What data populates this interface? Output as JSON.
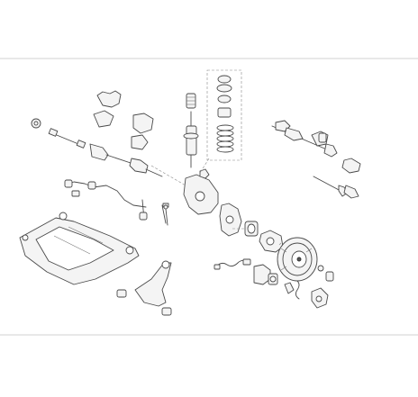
{
  "diagram": {
    "parts": [
      "front-axle-subframe",
      "lower-control-arm",
      "stabilizer-bar",
      "stabilizer-link",
      "drive-shaft",
      "cv-boot",
      "strut-shock-absorber",
      "coil-spring",
      "strut-mount",
      "steering-rack",
      "tie-rod-end",
      "steering-knuckle",
      "wheel-hub-bearing",
      "brake-disc",
      "brake-caliper",
      "abs-sensor"
    ]
  }
}
